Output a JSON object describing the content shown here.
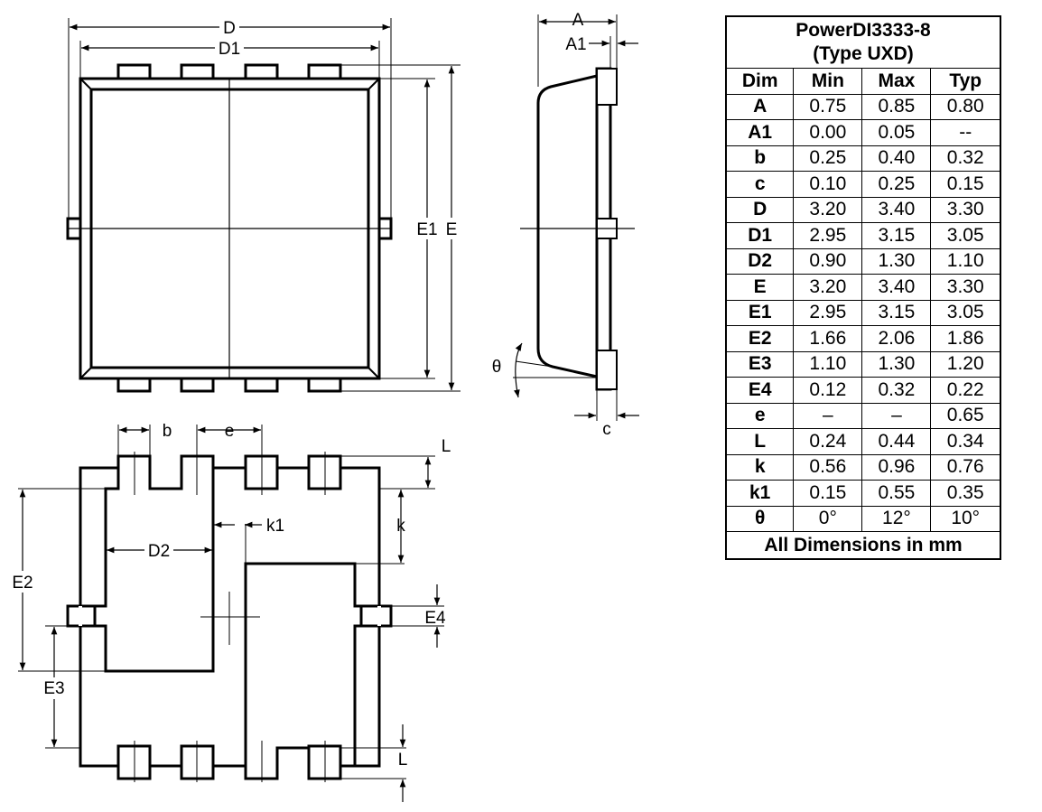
{
  "table": {
    "title_line1": "PowerDI3333-8",
    "title_line2": "(Type UXD)",
    "headers": [
      "Dim",
      "Min",
      "Max",
      "Typ"
    ],
    "rows": [
      [
        "A",
        "0.75",
        "0.85",
        "0.80"
      ],
      [
        "A1",
        "0.00",
        "0.05",
        "--"
      ],
      [
        "b",
        "0.25",
        "0.40",
        "0.32"
      ],
      [
        "c",
        "0.10",
        "0.25",
        "0.15"
      ],
      [
        "D",
        "3.20",
        "3.40",
        "3.30"
      ],
      [
        "D1",
        "2.95",
        "3.15",
        "3.05"
      ],
      [
        "D2",
        "0.90",
        "1.30",
        "1.10"
      ],
      [
        "E",
        "3.20",
        "3.40",
        "3.30"
      ],
      [
        "E1",
        "2.95",
        "3.15",
        "3.05"
      ],
      [
        "E2",
        "1.66",
        "2.06",
        "1.86"
      ],
      [
        "E3",
        "1.10",
        "1.30",
        "1.20"
      ],
      [
        "E4",
        "0.12",
        "0.32",
        "0.22"
      ],
      [
        "e",
        "–",
        "–",
        "0.65"
      ],
      [
        "L",
        "0.24",
        "0.44",
        "0.34"
      ],
      [
        "k",
        "0.56",
        "0.96",
        "0.76"
      ],
      [
        "k1",
        "0.15",
        "0.55",
        "0.35"
      ],
      [
        "θ",
        "0°",
        "12°",
        "10°"
      ]
    ],
    "footer": "All Dimensions in mm"
  },
  "labels": {
    "D": "D",
    "D1": "D1",
    "E": "E",
    "E1": "E1",
    "A": "A",
    "A1": "A1",
    "c": "c",
    "theta": "θ",
    "b": "b",
    "e": "e",
    "L_top": "L",
    "L_bottom": "L",
    "k": "k",
    "k1": "k1",
    "D2": "D2",
    "E2": "E2",
    "E3": "E3",
    "E4": "E4"
  }
}
